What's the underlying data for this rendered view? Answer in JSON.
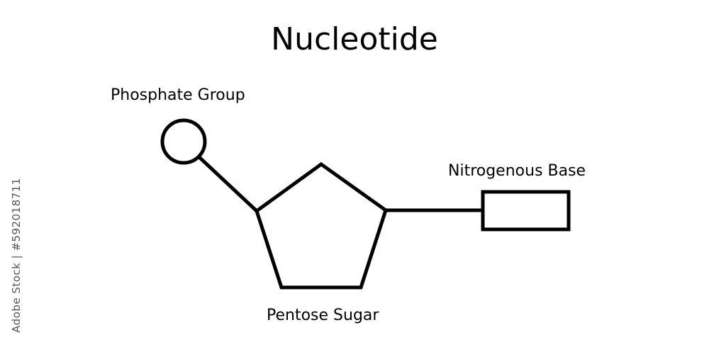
{
  "title": "Nucleotide",
  "labels": {
    "phosphate_group": "Phosphate Group",
    "nitrogenous_base": "Nitrogenous Base",
    "pentose_sugar": "Pentose Sugar"
  },
  "watermark": "Adobe Stock | #592018711",
  "colors": {
    "stroke": "#000000",
    "background": "#ffffff"
  }
}
